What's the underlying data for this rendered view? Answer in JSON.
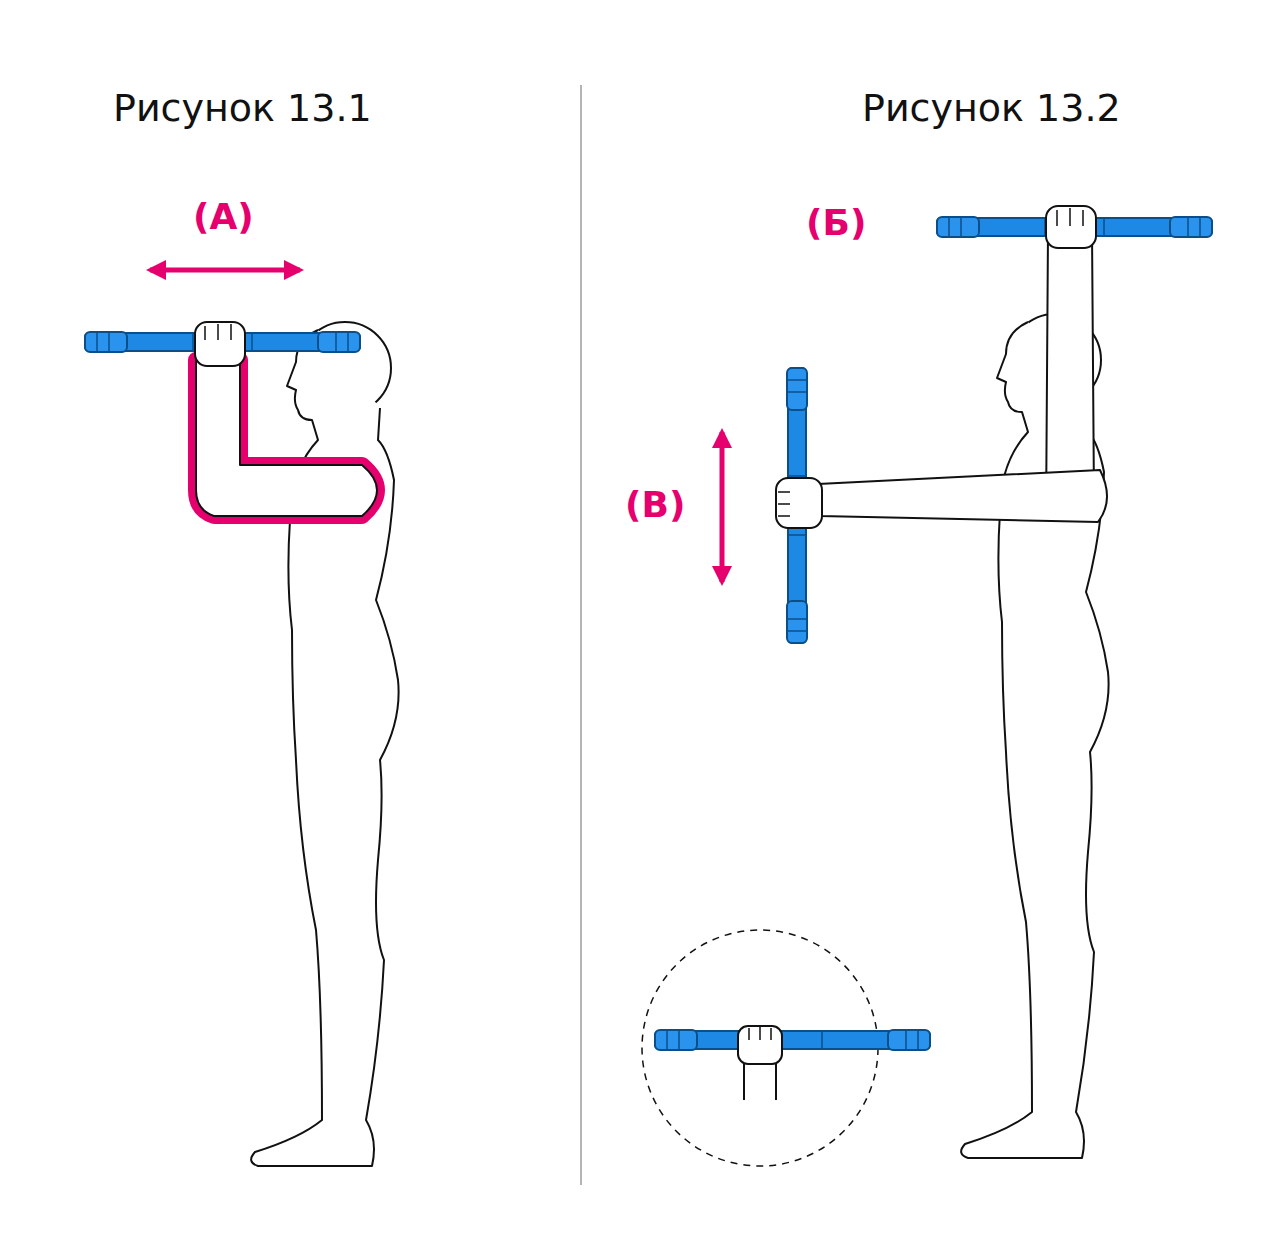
{
  "diagram": {
    "labels": [
      "Рисунок 13.1",
      "Рисунок 13.2",
      "(А)",
      "(Б)",
      "(В)"
    ]
  }
}
